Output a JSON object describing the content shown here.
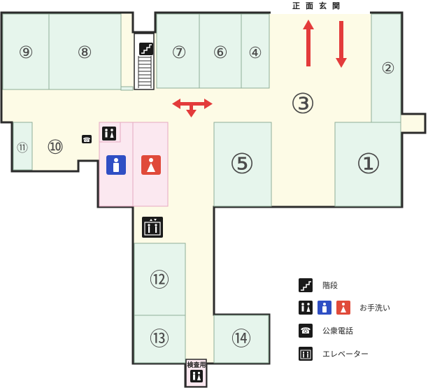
{
  "entrance": {
    "label": "正面玄関"
  },
  "rooms": [
    {
      "id": "1",
      "label": "①"
    },
    {
      "id": "2",
      "label": "②"
    },
    {
      "id": "3",
      "label": "③"
    },
    {
      "id": "4",
      "label": "④"
    },
    {
      "id": "5",
      "label": "⑤"
    },
    {
      "id": "6",
      "label": "⑥"
    },
    {
      "id": "7",
      "label": "⑦"
    },
    {
      "id": "8",
      "label": "⑧"
    },
    {
      "id": "9",
      "label": "⑨"
    },
    {
      "id": "10",
      "label": "⑩"
    },
    {
      "id": "11",
      "label": "⑪"
    },
    {
      "id": "12",
      "label": "⑫"
    },
    {
      "id": "13",
      "label": "⑬"
    },
    {
      "id": "14",
      "label": "⑭"
    }
  ],
  "inspection_toilet": {
    "label": "検査用"
  },
  "legend": {
    "stairs": "階段",
    "restroom": "お手洗い",
    "phone": "公衆電話",
    "elevator": "エレベーター"
  },
  "colors": {
    "room_fill": "#e6f5ec",
    "corridor_fill": "#fdfbe6",
    "restroom_fill": "#fbe8f0",
    "restroom_border": "#e6a8c0",
    "wall": "#2b2b2b",
    "arrow": "#e33b3b",
    "male": "#2f4fc4",
    "female": "#e04a3a"
  }
}
